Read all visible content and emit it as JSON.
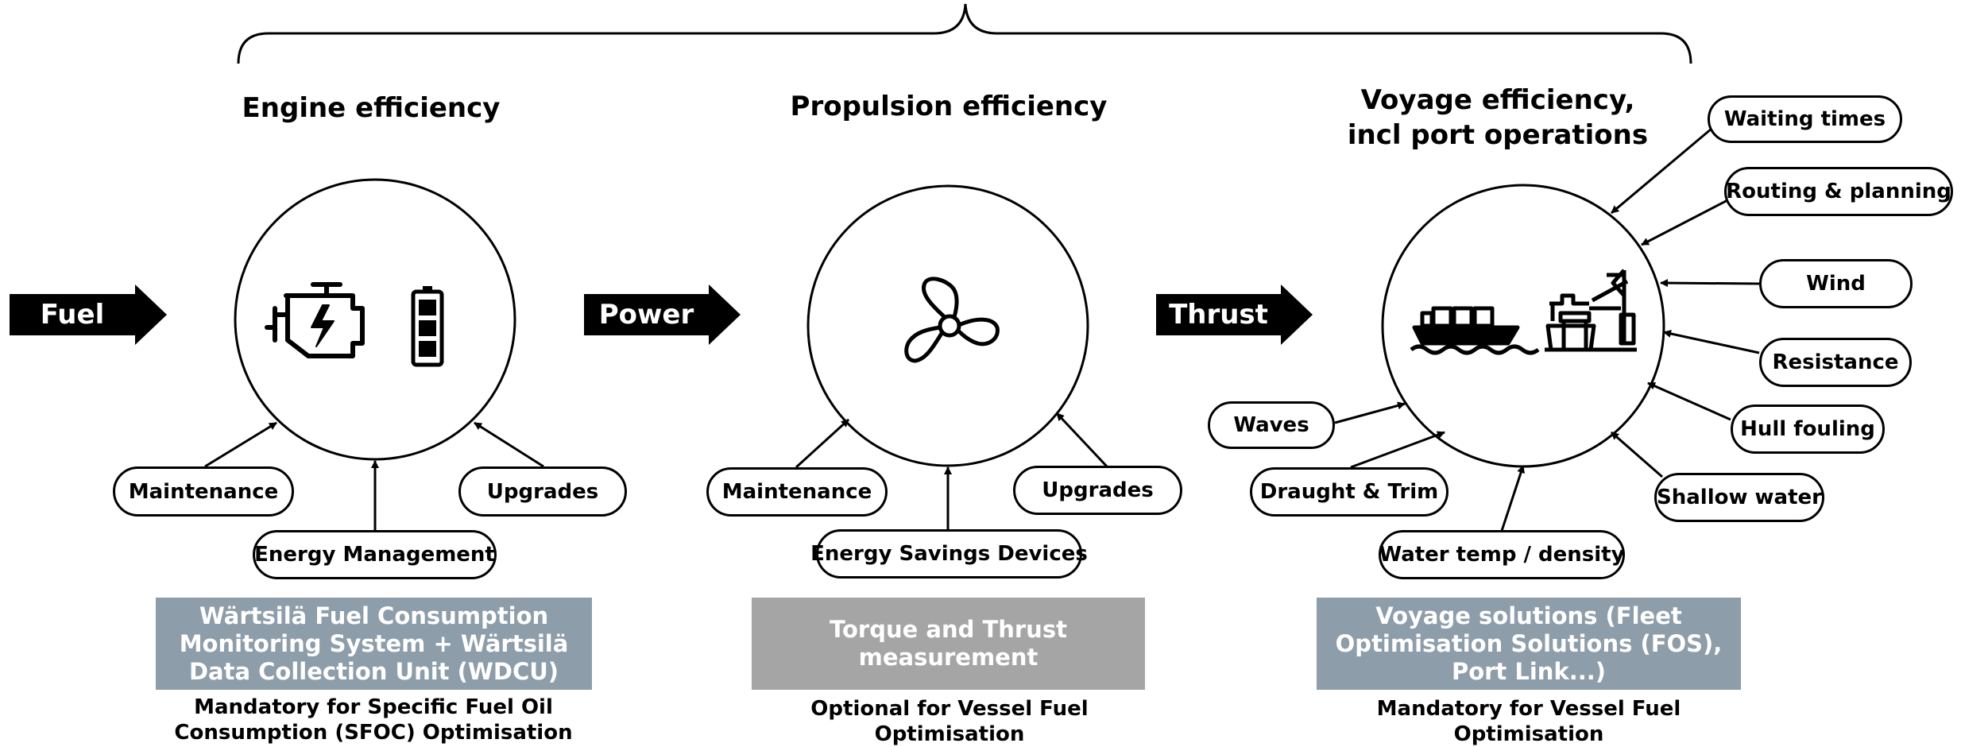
{
  "colors": {
    "box_blue_gray": "#8e9daa",
    "box_gray": "#a5a5a5",
    "black": "#000000"
  },
  "flow": {
    "fuel": "Fuel",
    "power": "Power",
    "thrust": "Thrust"
  },
  "engine": {
    "title": "Engine efficiency",
    "icons": [
      "engine-icon",
      "battery-icon"
    ],
    "inputs": {
      "maintenance": "Maintenance",
      "energy_management": "Energy Management",
      "upgrades": "Upgrades"
    },
    "box": "Wärtsilä Fuel Consumption Monitoring System + Wärtsilä Data Collection Unit (WDCU)",
    "note": "Mandatory for Specific Fuel Oil Consumption (SFOC) Optimisation"
  },
  "propulsion": {
    "title": "Propulsion efficiency",
    "icons": [
      "propeller-icon"
    ],
    "inputs": {
      "maintenance": "Maintenance",
      "energy_savings": "Energy Savings Devices",
      "upgrades": "Upgrades"
    },
    "box": "Torque and Thrust measurement",
    "note": "Optional for Vessel Fuel Optimisation"
  },
  "voyage": {
    "title": "Voyage efficiency, incl port operations",
    "icons": [
      "cargo-ship-icon",
      "port-crane-icon"
    ],
    "inputs": {
      "waiting_times": "Waiting times",
      "routing": "Routing & planning",
      "wind": "Wind",
      "resistance": "Resistance",
      "hull_fouling": "Hull fouling",
      "shallow_water": "Shallow water",
      "waves": "Waves",
      "draught": "Draught & Trim",
      "water_temp": "Water temp / density"
    },
    "box": "Voyage solutions (Fleet Optimisation Solutions (FOS), Port Link...)",
    "note": "Mandatory for Vessel Fuel Optimisation"
  }
}
